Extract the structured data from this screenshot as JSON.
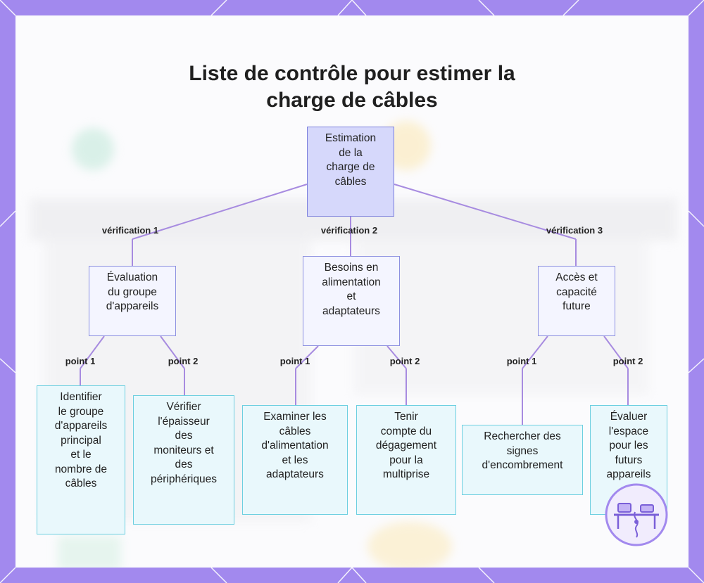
{
  "title": [
    "Liste de contrôle pour estimer la",
    "charge de câbles"
  ],
  "colors": {
    "frame": "#a289ee",
    "root_fill": "#d6d8fb",
    "mid_fill": "#f4f5ff",
    "leaf_fill": "#e9f8fc",
    "leaf_border": "#6ccfe0",
    "connector": "#a78be0"
  },
  "root": {
    "lines": [
      "Estimation",
      "de la",
      "charge de",
      "câbles"
    ]
  },
  "branches": [
    {
      "label": "vérification 1",
      "lines": [
        "Évaluation",
        "du groupe",
        "d'appareils"
      ],
      "points": [
        {
          "label": "point 1",
          "lines": [
            "Identifier",
            "le groupe",
            "d'appareils",
            "principal",
            "et le",
            "nombre de",
            "câbles"
          ]
        },
        {
          "label": "point 2",
          "lines": [
            "Vérifier",
            "l'épaisseur",
            "des",
            "moniteurs et",
            "des",
            "périphériques"
          ]
        }
      ]
    },
    {
      "label": "vérification 2",
      "lines": [
        "Besoins en",
        "alimentation",
        "et",
        "adaptateurs"
      ],
      "points": [
        {
          "label": "point 1",
          "lines": [
            "Examiner les",
            "câbles",
            "d'alimentation",
            "et les",
            "adaptateurs"
          ]
        },
        {
          "label": "point 2",
          "lines": [
            "Tenir",
            "compte du",
            "dégagement",
            "pour la",
            "multiprise"
          ]
        }
      ]
    },
    {
      "label": "vérification 3",
      "lines": [
        "Accès et",
        "capacité",
        "future"
      ],
      "points": [
        {
          "label": "point 1",
          "lines": [
            "Rechercher des",
            "signes",
            "d'encombrement"
          ]
        },
        {
          "label": "point 2",
          "lines": [
            "Évaluer",
            "l'espace",
            "pour les",
            "futurs",
            "appareils"
          ]
        }
      ]
    }
  ],
  "logo_icon": "desk-setup-icon"
}
